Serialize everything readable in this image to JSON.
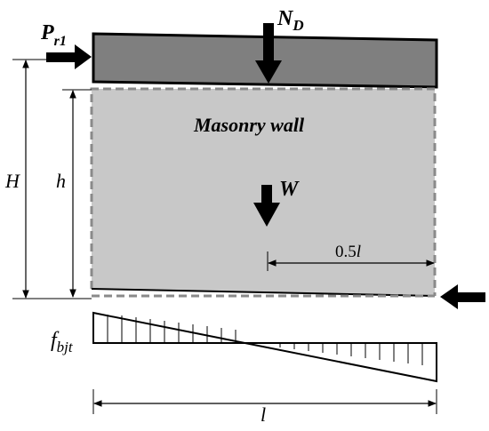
{
  "labels": {
    "lateral_load": "P",
    "lateral_load_sub": "r1",
    "axial_load": "N",
    "axial_load_sub": "D",
    "wall_label": "Masonry wall",
    "weight": "W",
    "total_height": "H",
    "wall_height": "h",
    "half_length_coef": "0.5",
    "half_length_var": "l",
    "stress": "f",
    "stress_sub": "bjt",
    "length": "l"
  },
  "colors": {
    "slab_fill": "#7f7f7f",
    "wall_fill": "#c8c8c8",
    "dash_stroke": "#8a8a8a",
    "ink": "#000000"
  }
}
